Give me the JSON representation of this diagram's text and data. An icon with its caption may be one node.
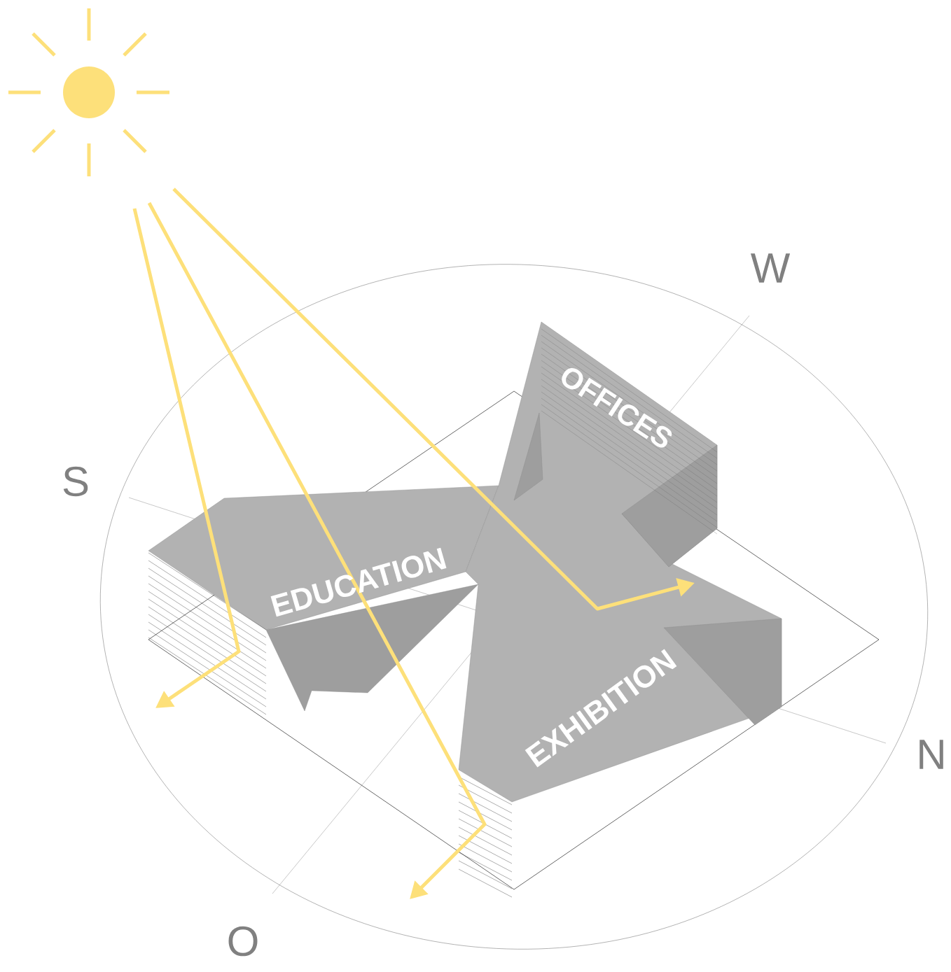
{
  "diagram": {
    "labels": [
      "W",
      "S",
      "OFFICES",
      "EDUCATION",
      "EXHIBITION",
      "N",
      "O"
    ]
  }
}
